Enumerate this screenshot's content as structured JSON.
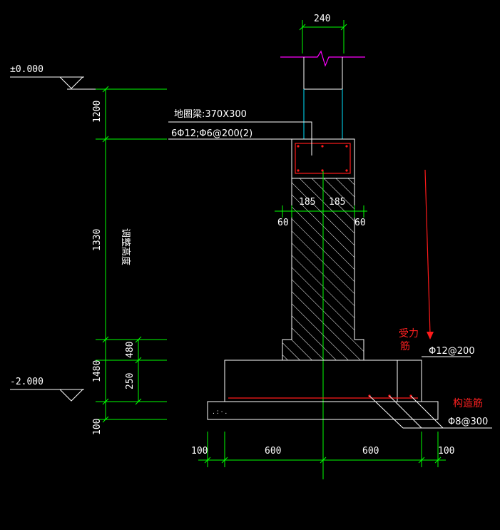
{
  "elevations": {
    "top": "±0.000",
    "bottom": "-2.000"
  },
  "wall": {
    "width": "240"
  },
  "ring_beam": {
    "size": "地圈梁:370X300",
    "rebar": "6Φ12;Φ6@200(2)"
  },
  "pier": {
    "half_left": "185",
    "half_right": "185",
    "step_left": "60",
    "step_right": "60"
  },
  "vertical_dims": {
    "d1200": "1200",
    "d1330": "1330",
    "d1480": "1480",
    "d480": "480",
    "d250": "250",
    "d100": "100"
  },
  "height_note": "调整高度",
  "labels": {
    "main_bar_line1": "受力",
    "main_bar_line2": "筋",
    "main_bar_spec": "Φ12@200",
    "dist_bar": "构造筋",
    "dist_bar_spec": "Φ8@300"
  },
  "bottom_dims": {
    "left_edge": "100",
    "left_half": "600",
    "right_half": "600",
    "right_edge": "100"
  },
  "colors": {
    "dimension": "#00ff00",
    "outline": "#ffffff",
    "rebar": "#ff1a1a",
    "wall_edge": "#00e5ff",
    "break_line": "#ff00ff"
  }
}
